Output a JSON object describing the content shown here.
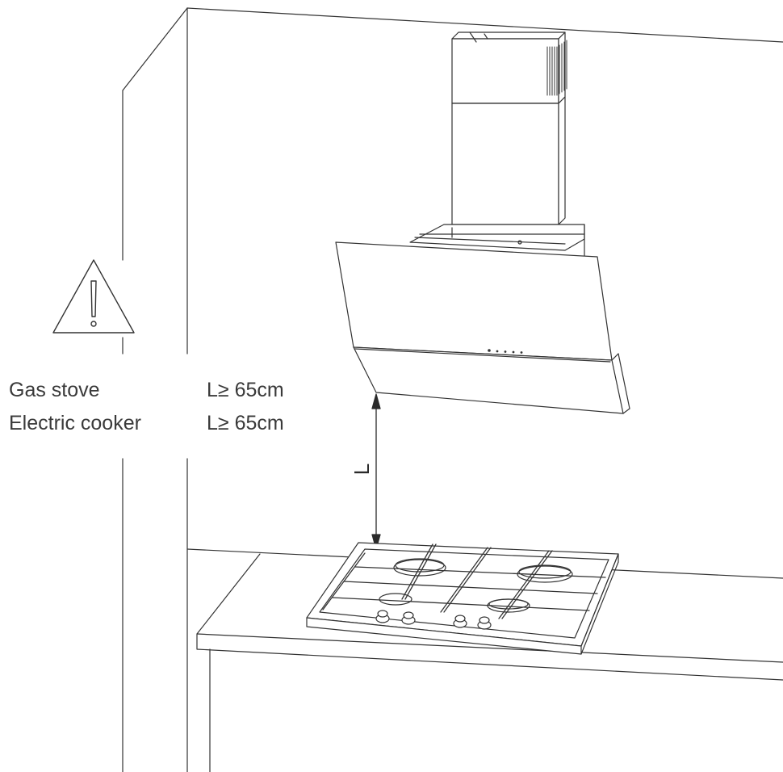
{
  "labels": {
    "gas_stove": "Gas stove",
    "gas_stove_rule": "L≥ 65cm",
    "electric_cooker": "Electric cooker",
    "electric_cooker_rule": "L≥ 65cm",
    "dimension_letter": "L"
  },
  "icons": {
    "warning": "warning-triangle-icon"
  },
  "colors": {
    "line": "#333333",
    "text": "#3a3a3a"
  }
}
